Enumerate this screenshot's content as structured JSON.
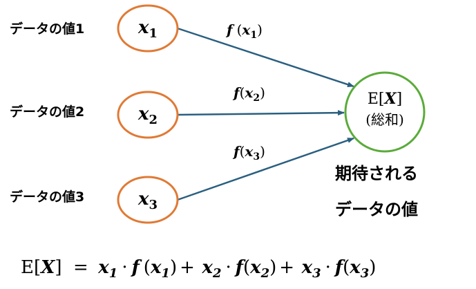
{
  "colors": {
    "input_node": "#e07a35",
    "output_node": "#5aab3a",
    "arrow": "#2a5f80"
  },
  "inputs": [
    {
      "label": "データの値1",
      "var": "x",
      "sub": "1"
    },
    {
      "label": "データの値2",
      "var": "x",
      "sub": "2"
    },
    {
      "label": "データの値3",
      "var": "x",
      "sub": "3"
    }
  ],
  "edges": [
    {
      "fn": "f",
      "paren_open": "(",
      "var": "x",
      "sub": "1",
      "paren_close": ")"
    },
    {
      "fn": "f",
      "paren_open": "(",
      "var": "x",
      "sub": "2",
      "paren_close": ")"
    },
    {
      "fn": "f",
      "paren_open": "(",
      "var": "x",
      "sub": "3",
      "paren_close": ")"
    }
  ],
  "output": {
    "e_symbol": "E",
    "bracket_open": "[",
    "var": "X",
    "bracket_close": "]",
    "subtitle": "(総和)"
  },
  "caption": {
    "line1": "期待される",
    "line2": "データの値"
  },
  "formula": {
    "lhs_e": "E",
    "lhs_open": "[",
    "lhs_var": "X",
    "lhs_close": "]",
    "equals": "=",
    "terms": [
      {
        "var": "x",
        "sub": "1",
        "dot": "·",
        "fn": "f",
        "open": "(",
        "close": ")",
        "op": "+"
      },
      {
        "var": "x",
        "sub": "2",
        "dot": "·",
        "fn": "f",
        "open": "(",
        "close": ")",
        "op": "+"
      },
      {
        "var": "x",
        "sub": "3",
        "dot": "·",
        "fn": "f",
        "open": "(",
        "close": ")",
        "op": ""
      }
    ]
  }
}
